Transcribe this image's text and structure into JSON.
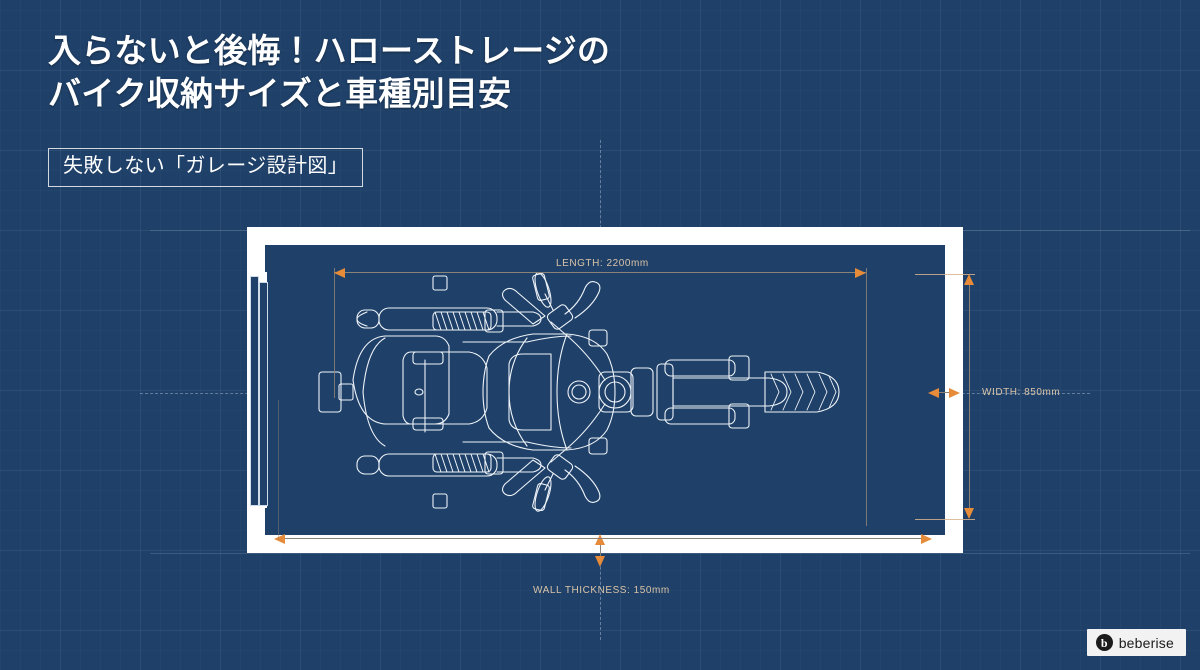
{
  "page": {
    "background_color": "#1f4068",
    "accent_color": "#e58b3a",
    "line_color": "#ffffff"
  },
  "header": {
    "title": "入らないと後悔！ハローストレージの\nバイク収納サイズと車種別目安",
    "subtitle": "失敗しない「ガレージ設計図」"
  },
  "blueprint": {
    "subject": "motorcycle-top-view",
    "dimensions": {
      "length_label": "LENGTH: 2200mm",
      "width_label": "WIDTH: 850mm",
      "wall_thickness_label": "WALL THICKNESS: 150mm"
    }
  },
  "chart_data": {
    "type": "table",
    "title": "失敗しない「ガレージ設計図」",
    "categories": [
      "LENGTH",
      "WIDTH",
      "WALL THICKNESS"
    ],
    "values": [
      2200,
      850,
      150
    ],
    "unit": "mm",
    "labels": [
      "LENGTH: 2200mm",
      "WIDTH: 850mm",
      "WALL THICKNESS: 150mm"
    ]
  },
  "logo": {
    "mark": "b",
    "text": "beberise"
  }
}
